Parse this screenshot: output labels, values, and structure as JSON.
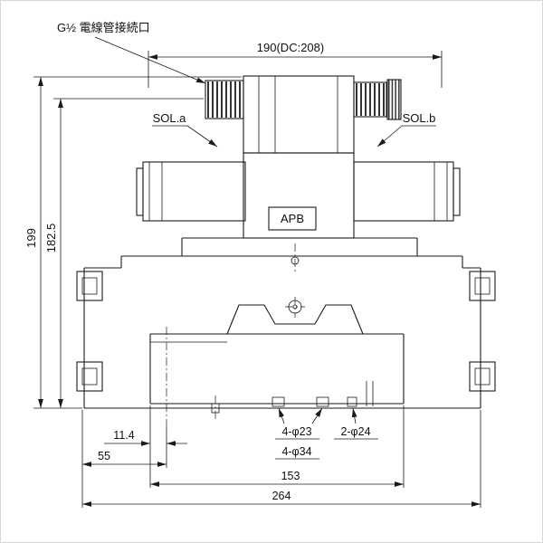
{
  "drawing": {
    "kind": "hydraulic-solenoid-valve-outline-drawing",
    "labels": {
      "conduit_port": "G½ 電線管接続口",
      "sol_a": "SOL.a",
      "sol_b": "SOL.b",
      "nameplate": "APB"
    },
    "dimensions": {
      "top_width": "190(DC:208)",
      "total_height": "199",
      "sub_height": "182.5",
      "offset_small": "11.4",
      "offset_left": "55",
      "holes_23": "4-φ23",
      "holes_24": "2-φ24",
      "holes_34": "4-φ34",
      "subplate_width": "153",
      "overall_width": "264"
    },
    "colors": {
      "line": "#1a1a1a",
      "background": "#ffffff"
    }
  }
}
